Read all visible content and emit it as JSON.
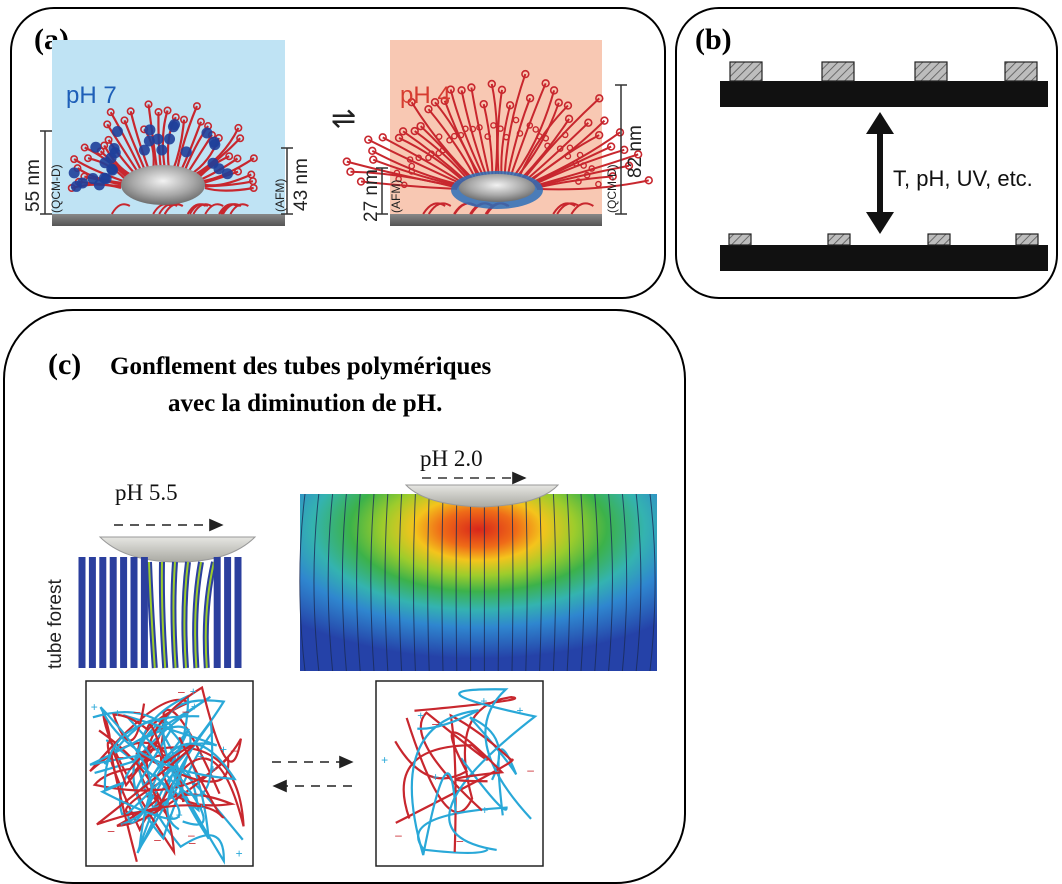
{
  "panel_a": {
    "label": "(a)",
    "left_ph": "pH 7",
    "right_ph": "pH 4",
    "left_qcm_height": "55 nm",
    "left_qcm_method": "(QCM-D)",
    "left_afm_method": "(AFM)",
    "left_afm_height": "43 nm",
    "right_afm_height": "27 nm",
    "right_afm_method": "(AFM)",
    "right_qcm_method": "(QCM-D)",
    "right_qcm_height": "82 nm",
    "equilibrium_symbol": "⇌"
  },
  "panel_b": {
    "label": "(b)",
    "stimuli": "T, pH, UV, etc."
  },
  "panel_c": {
    "label": "(c)",
    "title_line1": "Gonflement des tubes polymériques",
    "title_line2": "avec la diminution de pH.",
    "left_ph": "pH 5.5",
    "right_ph": "pH 2.0",
    "side_label": "tube forest"
  },
  "colors": {
    "polymer_red": "#c8272e",
    "polymer_blue": "#1f3f9a",
    "chain_cyan": "#29a8d8",
    "tube_blue": "#2b3f9e",
    "bg_ph7": "#bfe3f4",
    "bg_ph4": "#f8c8b3"
  }
}
